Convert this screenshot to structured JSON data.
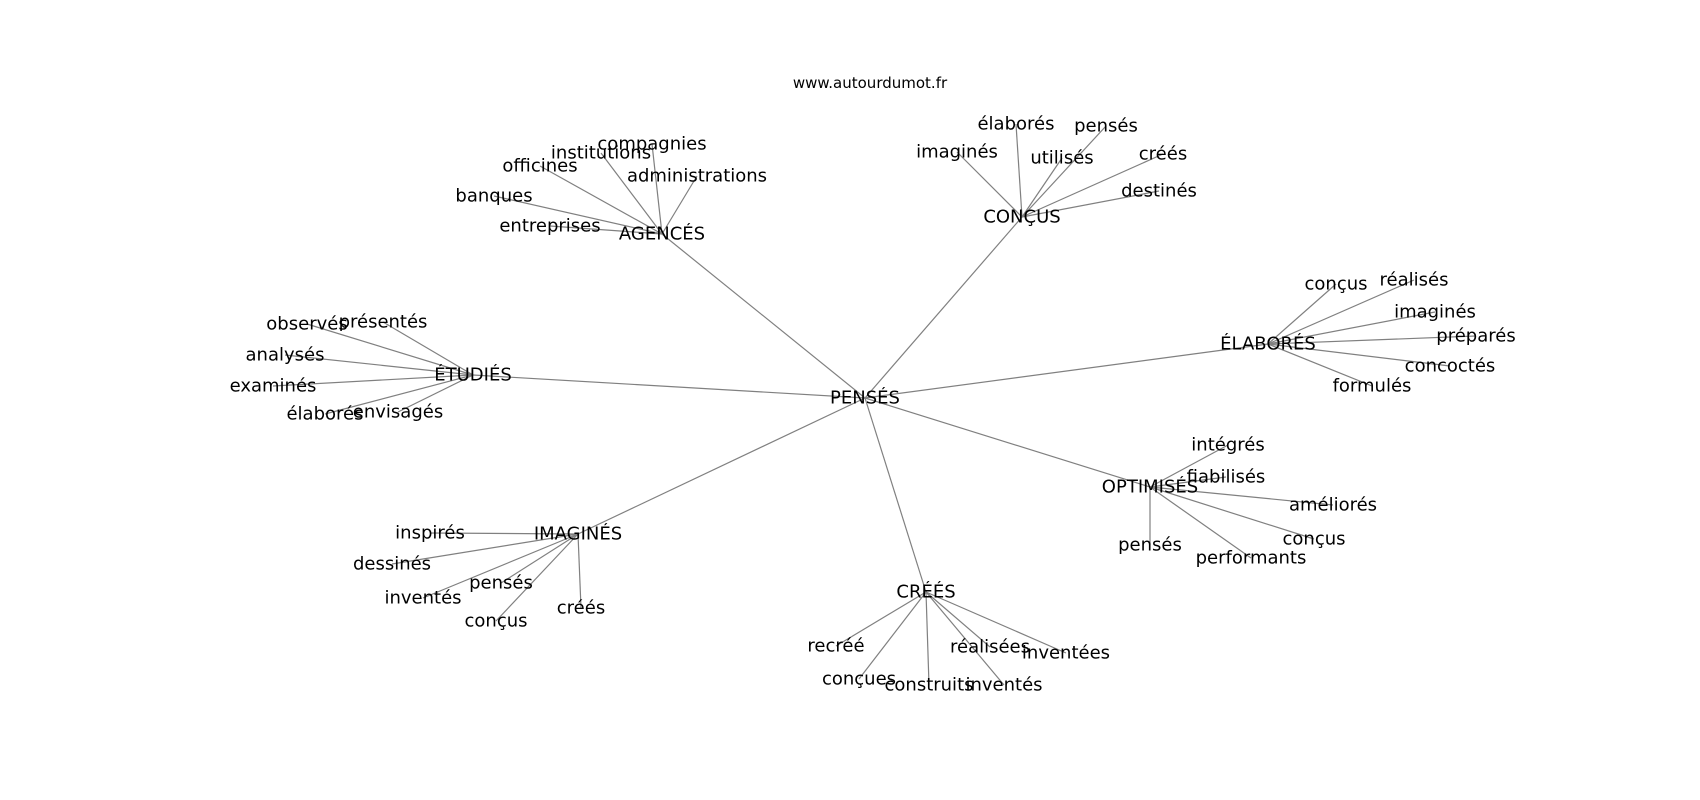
{
  "site": "www.autourdumot.fr",
  "center": "PENSÉS",
  "groups": [
    {
      "hub": "AGENCÉS",
      "leaves": [
        "compagnies",
        "institutions",
        "officines",
        "administrations",
        "banques",
        "entreprises"
      ]
    },
    {
      "hub": "CONÇUS",
      "leaves": [
        "élaborés",
        "pensés",
        "imaginés",
        "utilisés",
        "créés",
        "destinés"
      ]
    },
    {
      "hub": "ÉLABORÉS",
      "leaves": [
        "conçus",
        "réalisés",
        "imaginés",
        "préparés",
        "concoctés",
        "formulés"
      ]
    },
    {
      "hub": "ÉTUDIÉS",
      "leaves": [
        "observés",
        "présentés",
        "analysés",
        "examinés",
        "élaborés",
        "envisagés"
      ]
    },
    {
      "hub": "OPTIMISÉS",
      "leaves": [
        "intégrés",
        "fiabilisés",
        "améliorés",
        "conçus",
        "pensés",
        "performants"
      ]
    },
    {
      "hub": "IMAGINÉS",
      "leaves": [
        "inspirés",
        "dessinés",
        "pensés",
        "inventés",
        "créés",
        "conçus"
      ]
    },
    {
      "hub": "CRÉÉS",
      "leaves": [
        "recréé",
        "réalisées",
        "inventées",
        "conçues",
        "construits",
        "inventés"
      ]
    }
  ]
}
